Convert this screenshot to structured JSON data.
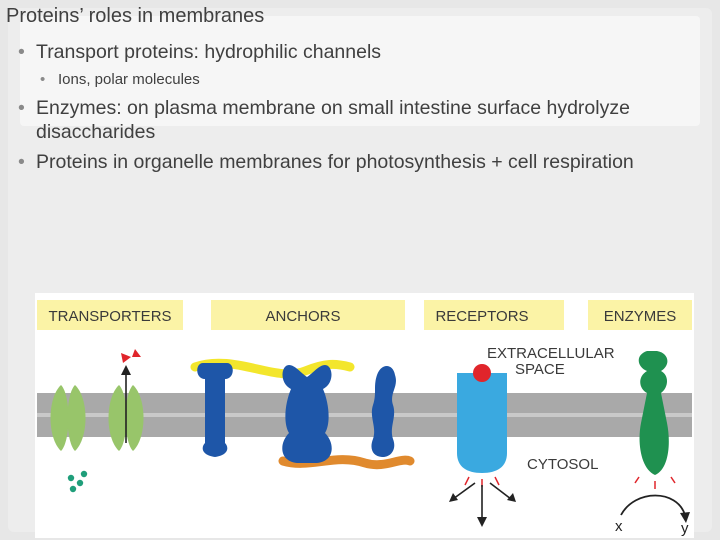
{
  "slide": {
    "title": "Proteins’ roles in membranes",
    "bullets": [
      {
        "text": "Transport proteins: hydrophilic channels",
        "level": 1
      },
      {
        "text": "Ions, polar molecules",
        "level": 2
      },
      {
        "text": "Enzymes: on plasma membrane on small intestine surface hydrolyze disaccharides",
        "level": 1
      },
      {
        "text": "Proteins in organelle membranes for photosynthesis + cell respiration",
        "level": 1
      }
    ]
  },
  "figure": {
    "headers": [
      "TRANSPORTERS",
      "ANCHORS",
      "RECEPTORS",
      "ENZYMES"
    ],
    "region_labels": {
      "extracellular_line1": "EXTRACELLULAR",
      "extracellular_line2": "SPACE",
      "cytosol": "CYTOSOL"
    },
    "reaction_labels": {
      "substrate": "x",
      "product": "y"
    },
    "colors": {
      "header_fill": "#fbf3a6",
      "membrane": "#a9a9a9",
      "transporter": "#98c56a",
      "anchor": "#1e56a8",
      "receptor": "#3aa9e0",
      "enzyme": "#1f9150",
      "ligand": "#e0252b",
      "lipid_yellow": "#f3e62c",
      "lipid_orange": "#e08a2e"
    }
  }
}
